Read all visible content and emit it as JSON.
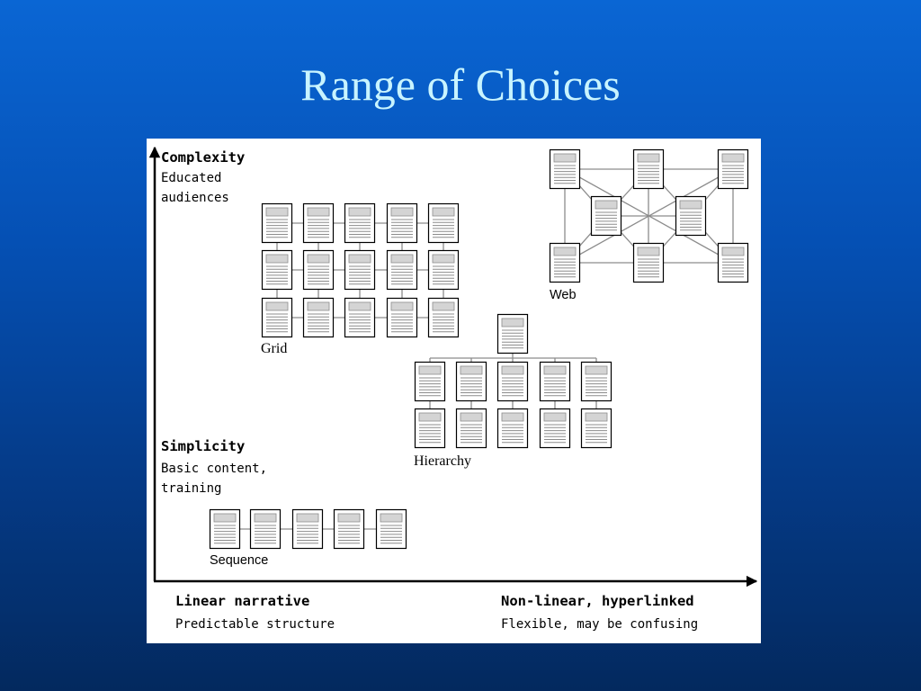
{
  "slide": {
    "title": "Range of Choices"
  },
  "figure": {
    "axis_y": {
      "top_heading": "Complexity",
      "top_detail_1": "Educated",
      "top_detail_2": "audiences",
      "bottom_heading": "Simplicity",
      "bottom_detail_1": "Basic content,",
      "bottom_detail_2": "training"
    },
    "axis_x": {
      "left_heading": "Linear narrative",
      "left_detail": "Predictable structure",
      "right_heading": "Non-linear, hyperlinked",
      "right_detail": "Flexible, may be confusing"
    },
    "structures": {
      "grid": "Grid",
      "web": "Web",
      "hierarchy": "Hierarchy",
      "sequence": "Sequence"
    }
  },
  "colors": {
    "background_top": "#0a66d4",
    "background_bottom": "#03295e",
    "title": "#c8f4ff",
    "figure_background": "#ffffff",
    "page_fill": "#d4d4d4",
    "page_stripe": "#8c8c8c",
    "connector": "#8c8c8c"
  },
  "icons": {
    "page": "document-page-icon"
  }
}
